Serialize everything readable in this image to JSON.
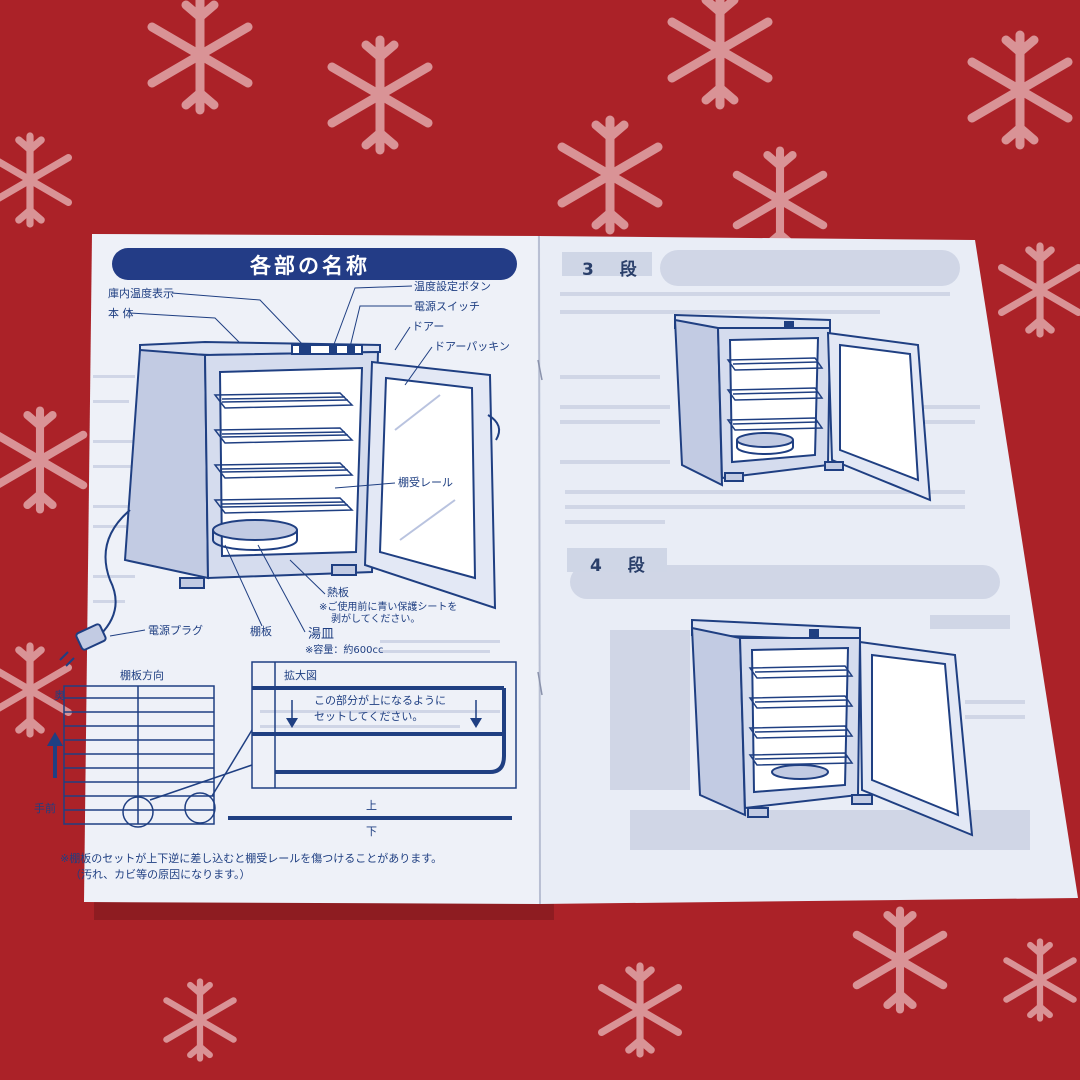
{
  "left_page": {
    "title": "各部の名称",
    "labels": {
      "display": "庫内温度表示",
      "body": "本 体",
      "temp_button": "温度設定ボタン",
      "power_switch": "電源スイッチ",
      "door": "ドアー",
      "door_packing": "ドアーパッキン",
      "shelf_rail": "棚受レール",
      "heat_plate": "熱板",
      "heat_plate_note": "※ご使用前に青い保護シートを",
      "heat_plate_note2": "剥がしてください。",
      "power_plug": "電源プラグ",
      "shelf": "棚板",
      "water_tray": "湯皿",
      "capacity": "※容量：約600cc"
    },
    "shelf_direction": {
      "title": "棚板方向",
      "back": "奥",
      "front": "手前"
    },
    "zoom": {
      "title": "拡大図",
      "text1": "この部分が上になるように",
      "text2": "セットしてください。",
      "top": "上",
      "bottom": "下"
    },
    "footnote1": "※棚板のセットが上下逆に差し込むと棚受レールを傷つけることがあります。",
    "footnote2": "（汚れ、カビ等の原因になります。）"
  },
  "right_page": {
    "section1": "3 段",
    "section2": "4 段"
  },
  "colors": {
    "background": "#b5242b",
    "paper": "#eef1f8",
    "ink": "#1f3f82",
    "title_bar": "#233c86"
  }
}
